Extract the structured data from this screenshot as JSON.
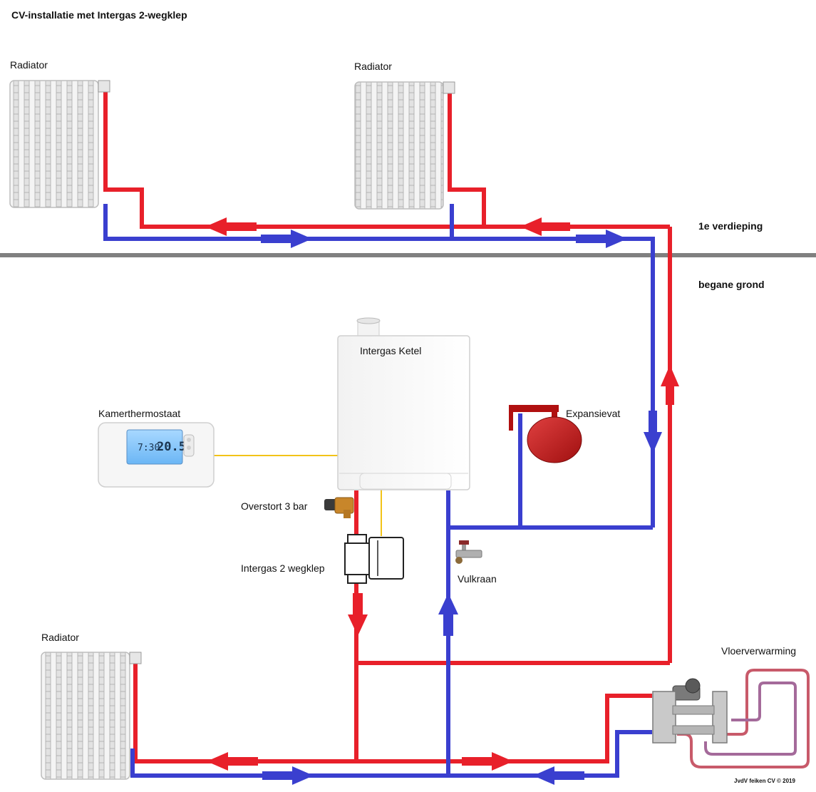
{
  "title": "CV-installatie met Intergas 2-wegklep",
  "floors": {
    "upper": "1e verdieping",
    "ground": "begane grond"
  },
  "components": {
    "radiator_1": "Radiator",
    "radiator_2": "Radiator",
    "radiator_3": "Radiator",
    "boiler": "Intergas Ketel",
    "thermostat": "Kamerthermostaat",
    "expansion_vessel": "Expansievat",
    "overflow_valve": "Overstort 3 bar",
    "two_way_valve": "Intergas 2 wegklep",
    "fill_tap": "Vulkraan",
    "floor_heating": "Vloerverwarming"
  },
  "thermostat_display": {
    "time": "7:30",
    "temperature": "20.5"
  },
  "credit": "JvdV feiken CV © 2019",
  "colors": {
    "supply": "#e8202a",
    "return": "#3a3fcf",
    "control_wire": "#f2c318",
    "floor_line": "#808080"
  }
}
